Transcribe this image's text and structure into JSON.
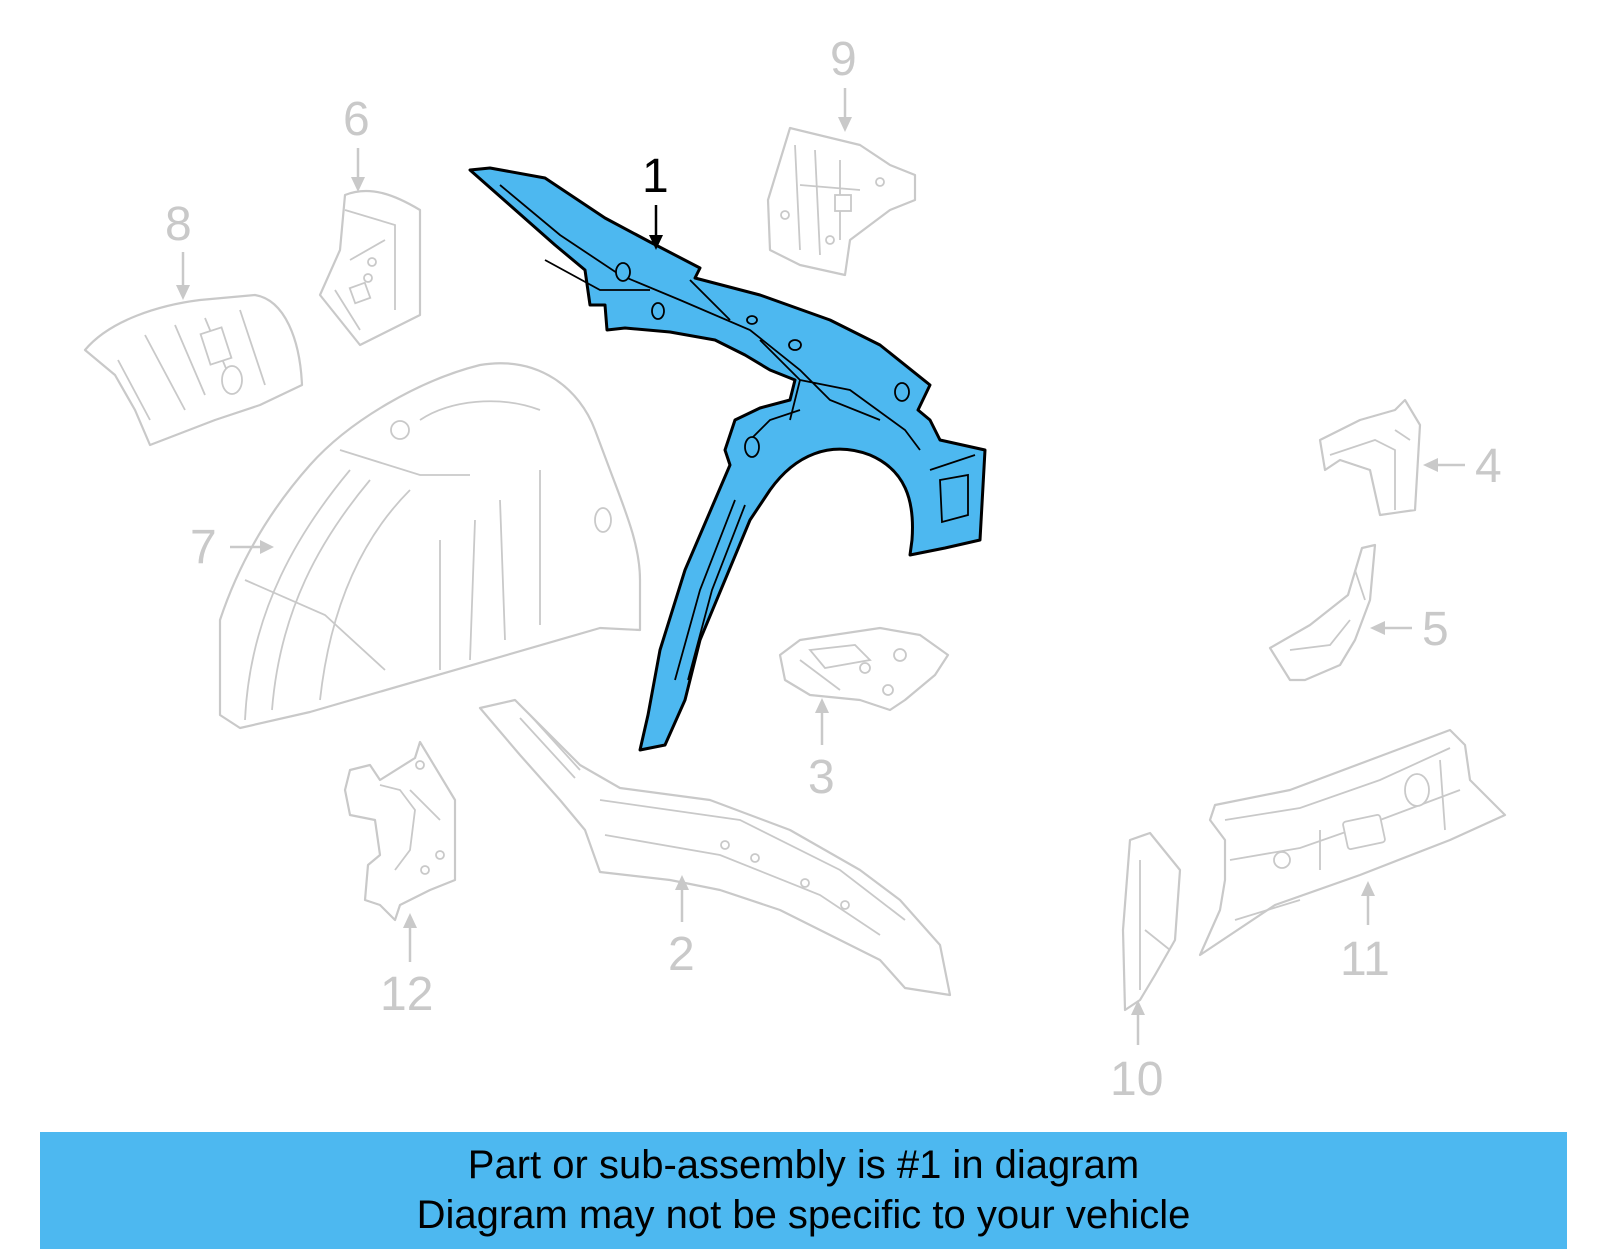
{
  "diagram": {
    "callouts": [
      "1",
      "2",
      "3",
      "4",
      "5",
      "6",
      "7",
      "8",
      "9",
      "10",
      "11",
      "12"
    ],
    "highlighted_part": "1",
    "colors": {
      "highlight": "#4db8f0",
      "outline_highlight": "#000000",
      "outline_muted": "#c9c9c9"
    }
  },
  "banner": {
    "line1": "Part or sub-assembly is #1 in diagram",
    "line2": "Diagram may not be specific to your vehicle",
    "background": "#4db8f0"
  }
}
